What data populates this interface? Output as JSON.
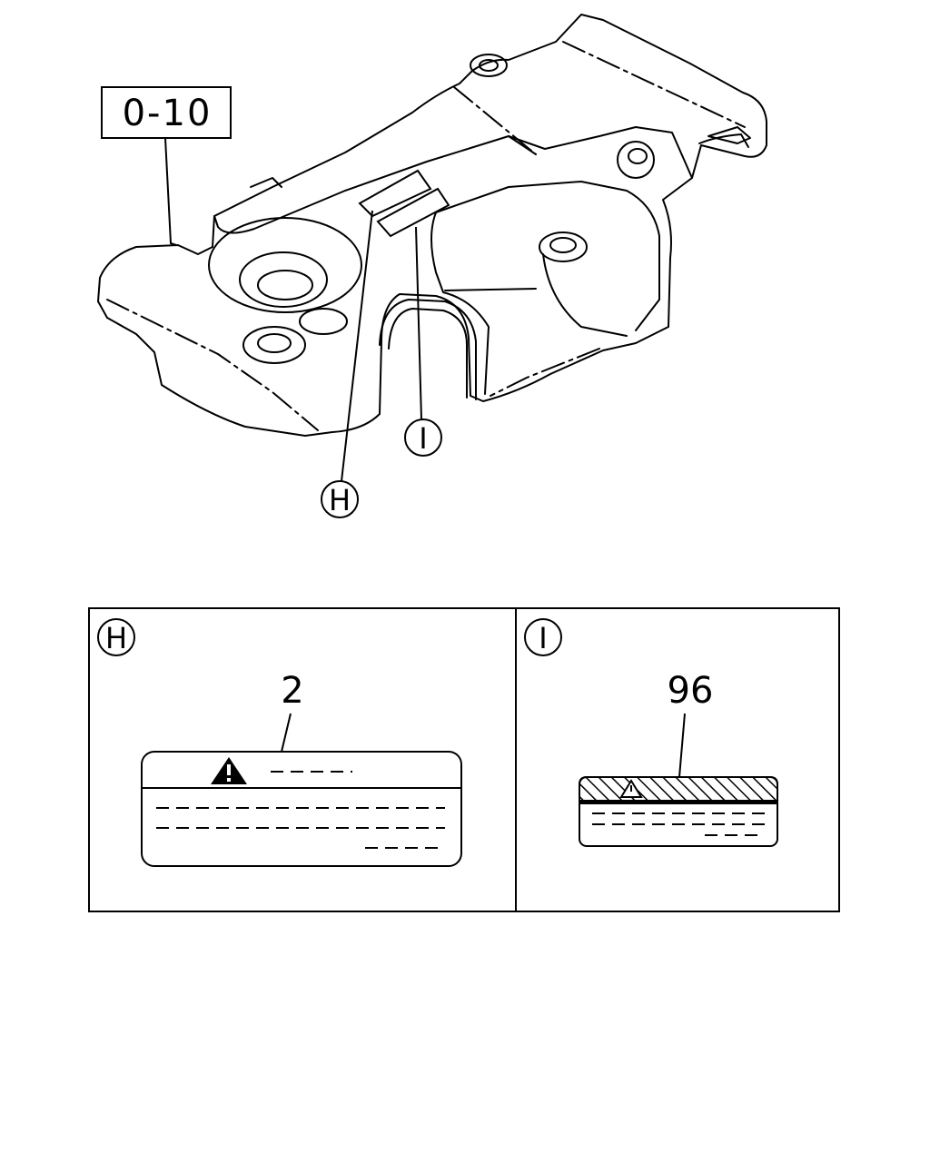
{
  "part_ref": "0-10",
  "callouts": {
    "h": "H",
    "i": "I"
  },
  "detail_h": {
    "label": "H",
    "item_number": "2"
  },
  "detail_i": {
    "label": "I",
    "item_number": "96"
  },
  "colors": {
    "line": "#000000",
    "background": "#ffffff"
  }
}
